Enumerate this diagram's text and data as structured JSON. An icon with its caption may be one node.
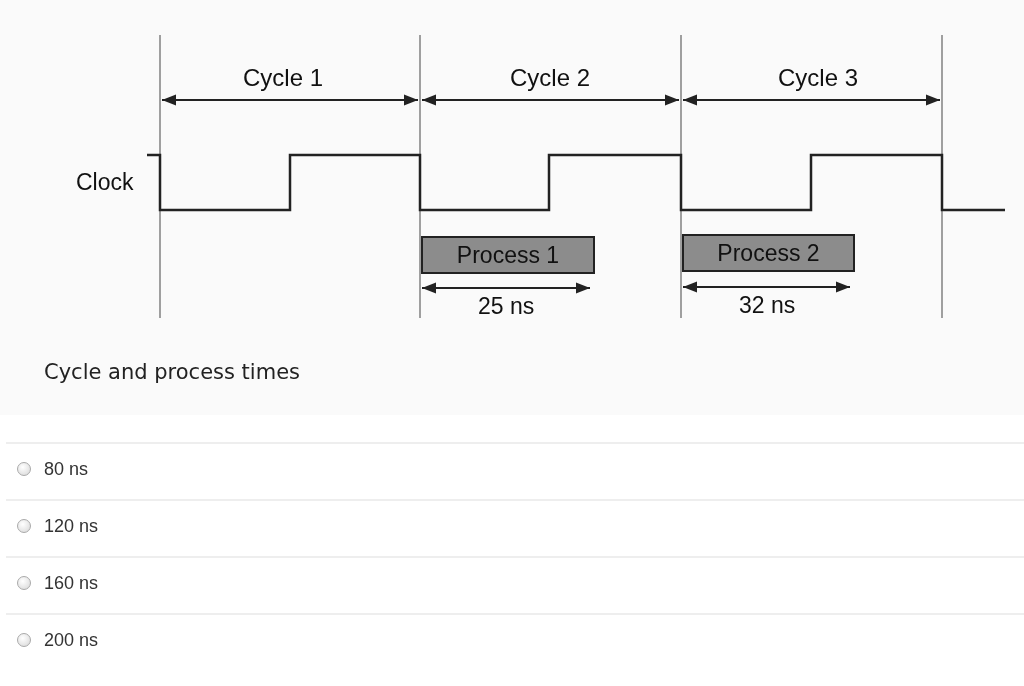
{
  "diagram": {
    "caption": "Cycle and process times",
    "nodes": [
      {
        "text": [
          "Process 1"
        ]
      },
      {
        "text": [
          "Process 2"
        ]
      }
    ],
    "labels": [
      "Cycle 1",
      "Cycle 2",
      "Cycle 3",
      "Clock",
      "25 ns",
      "32 ns",
      "80 ns",
      "120 ns",
      "160 ns",
      "200 ns"
    ]
  }
}
